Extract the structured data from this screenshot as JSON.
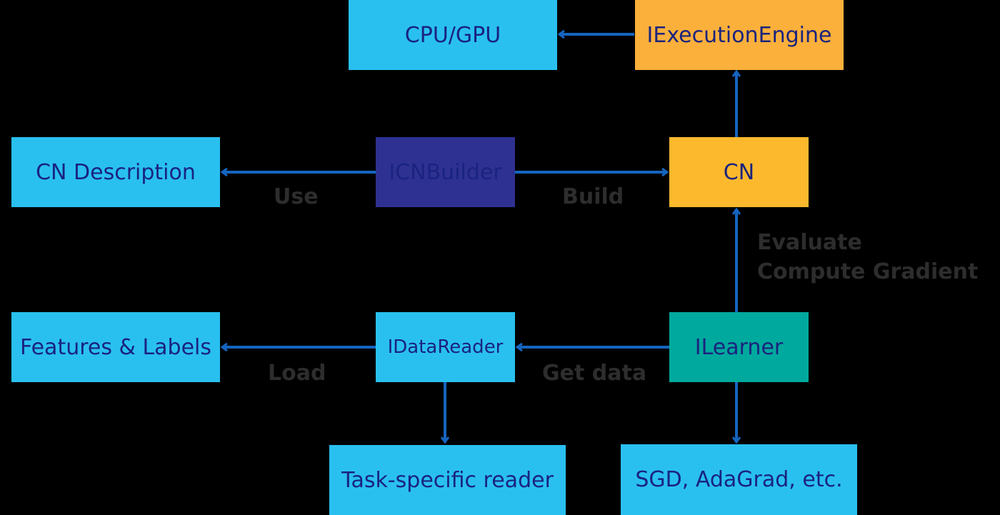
{
  "nodes": {
    "cpu_gpu": "CPU/GPU",
    "execution_engine": "IExecutionEngine",
    "cn_description": "CN Description",
    "cn_builder": "ICNBuilder",
    "cn": "CN",
    "features_labels": "Features & Labels",
    "data_reader": "IDataReader",
    "learner": "ILearner",
    "task_reader": "Task-specific reader",
    "optimizers": "SGD, AdaGrad, etc."
  },
  "edge_labels": {
    "use": "Use",
    "build": "Build",
    "evaluate": "Evaluate",
    "compute_gradient": "Compute Gradient",
    "load": "Load",
    "get_data": "Get data"
  },
  "colors": {
    "background": "#000000",
    "light_blue": "#29c0f0",
    "orange": "#fbb03b",
    "amber": "#fdb92d",
    "indigo": "#2e3192",
    "teal": "#00a99d",
    "arrow": "#1565c0",
    "node_text": "#1a237e",
    "label_text": "#2d2d2d"
  }
}
